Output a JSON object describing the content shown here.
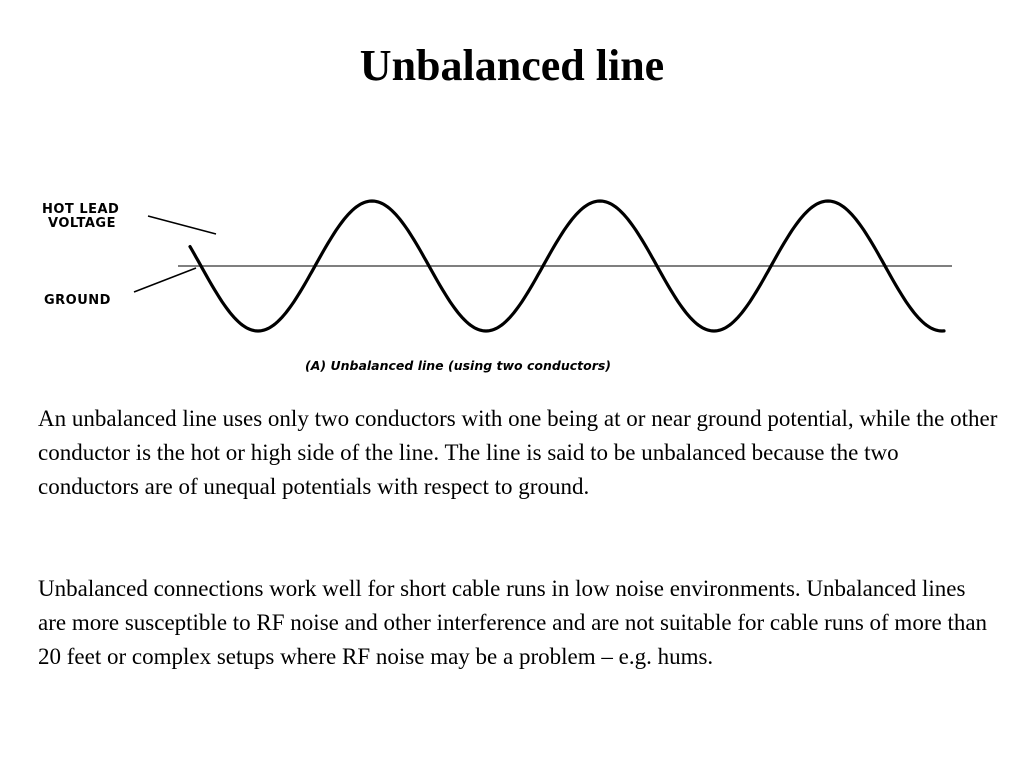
{
  "title": "Unbalanced line",
  "diagram": {
    "hot_lead_label_line1": "HOT LEAD",
    "hot_lead_label_line2": "VOLTAGE",
    "ground_label": "GROUND",
    "caption": "(A) Unbalanced line (using two conductors)"
  },
  "paragraphs": [
    "An unbalanced line uses only two conductors with one being at or near ground potential, while the other conductor is the hot or high side of the line. The line is said to be unbalanced because the two conductors are of unequal potentials with respect to ground.",
    "Unbalanced connections work well for short cable runs in low noise environments. Unbalanced lines are more susceptible to RF noise and other interference and are not suitable for cable runs of more than 20 feet or complex setups where RF noise may be a problem – e.g. hums."
  ]
}
